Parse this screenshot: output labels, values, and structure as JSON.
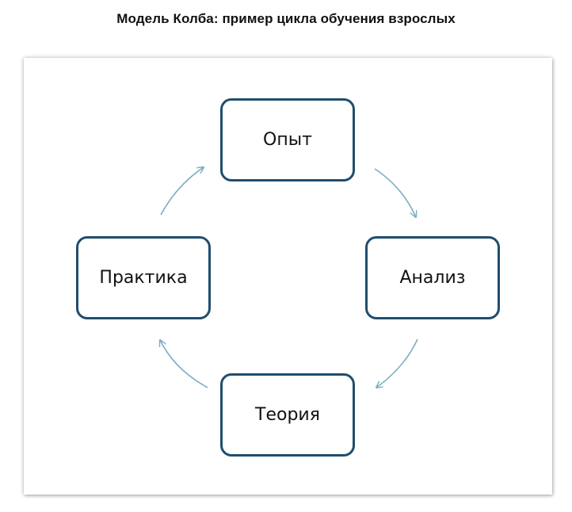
{
  "title": "Модель Колба: пример цикла обучения взрослых",
  "diagram": {
    "nodes": [
      {
        "id": "experience",
        "label": "Опыт"
      },
      {
        "id": "analysis",
        "label": "Анализ"
      },
      {
        "id": "theory",
        "label": "Теория"
      },
      {
        "id": "practice",
        "label": "Практика"
      }
    ],
    "edges": [
      {
        "from": "experience",
        "to": "analysis"
      },
      {
        "from": "analysis",
        "to": "theory"
      },
      {
        "from": "theory",
        "to": "practice"
      },
      {
        "from": "practice",
        "to": "experience"
      }
    ],
    "colors": {
      "node_border": "#1f4e6e",
      "arrow": "#7aaec0"
    }
  }
}
